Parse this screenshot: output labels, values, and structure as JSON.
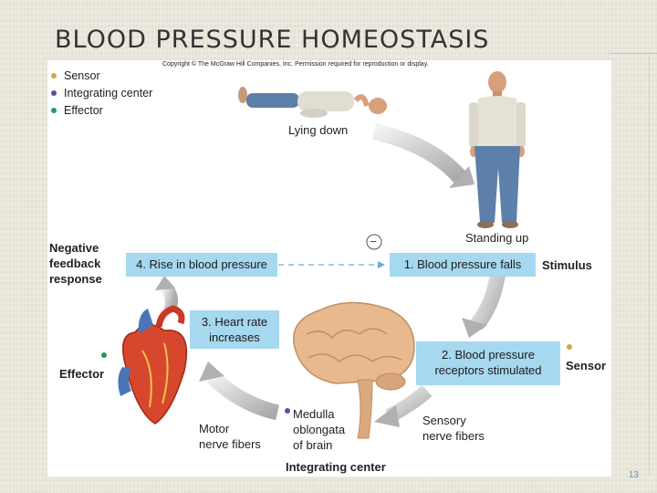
{
  "slide": {
    "title": "BLOOD PRESSURE HOMEOSTASIS",
    "page_number": "13"
  },
  "figure": {
    "copyright": "Copyright © The McGraw Hill Companies, Inc. Permission required for reproduction or display.",
    "legend": [
      {
        "label": "Sensor",
        "color": "#d9a441"
      },
      {
        "label": "Integrating center",
        "color": "#6a4aa0"
      },
      {
        "label": "Effector",
        "color": "#1f9e5a"
      }
    ],
    "lying_down": "Lying down",
    "standing_up": "Standing up",
    "step1": "1. Blood pressure falls",
    "stimulus": "Stimulus",
    "step2_line1": "2. Blood pressure",
    "step2_line2": "receptors stimulated",
    "sensor": "Sensor",
    "sensory_line1": "Sensory",
    "sensory_line2": "nerve fibers",
    "medulla_line1": "Medulla",
    "medulla_line2": "oblongata",
    "medulla_line3": "of brain",
    "integrating_center": "Integrating center",
    "motor_line1": "Motor",
    "motor_line2": "nerve fibers",
    "effector": "Effector",
    "step3_line1": "3. Heart rate",
    "step3_line2": "increases",
    "step4": "4. Rise in blood pressure",
    "negative_line1": "Negative",
    "negative_line2": "feedback",
    "negative_line3": "response",
    "minus_symbol": "−"
  }
}
